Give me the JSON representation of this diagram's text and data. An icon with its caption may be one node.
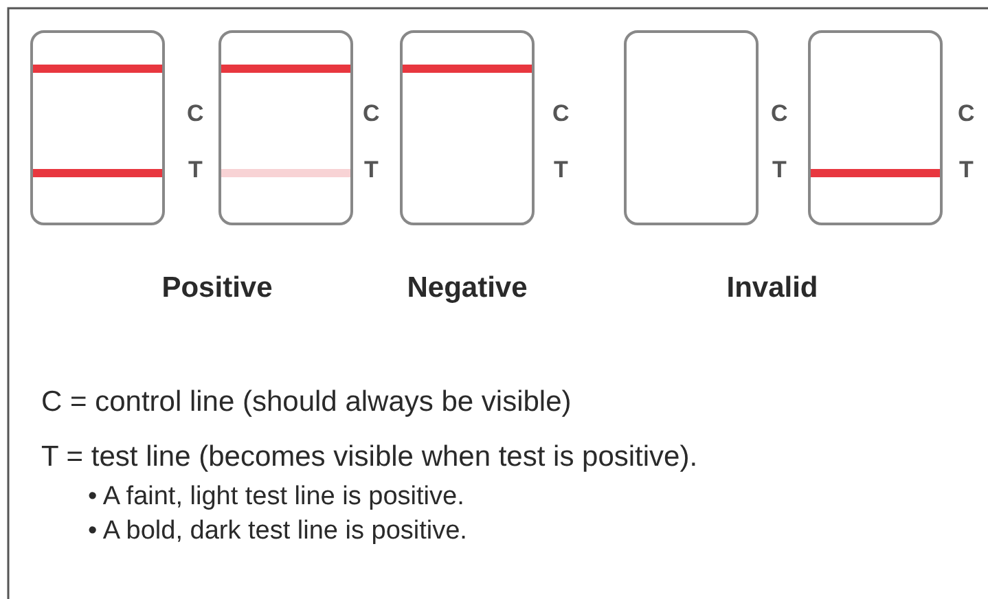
{
  "diagram": {
    "nodes": [
      {
        "text": [],
        "shape": "box"
      },
      {
        "text": [],
        "shape": "box"
      },
      {
        "text": [],
        "shape": "box"
      },
      {
        "text": [],
        "shape": "box"
      },
      {
        "text": [],
        "shape": "box"
      }
    ],
    "labels": [
      "C",
      "C",
      "C",
      "C",
      "C",
      "T",
      "T",
      "T",
      "T",
      "T",
      "Positive",
      "Negative",
      "Invalid",
      "C = control line (should always be visible)",
      "T = test line (becomes visible when test is positive).",
      "• A faint, light test line is positive.",
      "• A bold, dark test line is positive."
    ]
  }
}
